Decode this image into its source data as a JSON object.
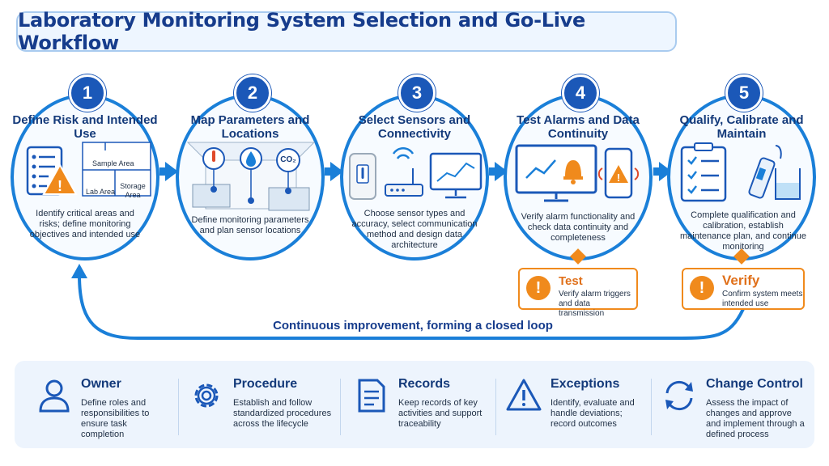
{
  "title": "Laboratory Monitoring System Selection and Go-Live Workflow",
  "steps": [
    {
      "number": "1",
      "title": "Define Risk and Intended Use",
      "description": "Identify critical areas and risks; define monitoring objectives and intended use",
      "labels": {
        "sample_area": "Sample Area",
        "lab_area": "Lab Area",
        "storage_area": "Storage Area"
      }
    },
    {
      "number": "2",
      "title": "Map Parameters and Locations",
      "description": "Define monitoring parameters and plan sensor locations",
      "co2_label": "CO₂"
    },
    {
      "number": "3",
      "title": "Select Sensors and Connectivity",
      "description": "Choose sensor types and accuracy, select communication method and design data architecture"
    },
    {
      "number": "4",
      "title": "Test Alarms and Data Continuity",
      "description": "Verify alarm functionality and check data continuity and completeness"
    },
    {
      "number": "5",
      "title": "Qualify, Calibrate and Maintain",
      "description": "Complete qualification and calibration, establish maintenance plan, and continue monitoring"
    }
  ],
  "callouts": [
    {
      "title": "Test",
      "description": "Verify alarm triggers and data transmission",
      "icon": "warning-icon"
    },
    {
      "title": "Verify",
      "description": "Confirm system meets intended use",
      "icon": "warning-icon"
    }
  ],
  "loop_label": "Continuous improvement, forming a closed loop",
  "bottom": [
    {
      "title": "Owner",
      "description": "Define roles and responsibilities to ensure task completion",
      "icon": "person-icon"
    },
    {
      "title": "Procedure",
      "description": "Establish and follow standardized procedures across the lifecycle",
      "icon": "gear-icon"
    },
    {
      "title": "Records",
      "description": "Keep records of key activities and support traceability",
      "icon": "document-icon"
    },
    {
      "title": "Exceptions",
      "description": "Identify, evaluate and handle deviations; record outcomes",
      "icon": "warning-triangle-icon"
    },
    {
      "title": "Change Control",
      "description": "Assess the impact of changes and approve and implement through a defined process",
      "icon": "cycle-icon"
    }
  ],
  "colors": {
    "primary": "#1a7fd8",
    "dark_blue": "#163c8c",
    "accent": "#f08a1c",
    "panel": "#edf4fd"
  }
}
